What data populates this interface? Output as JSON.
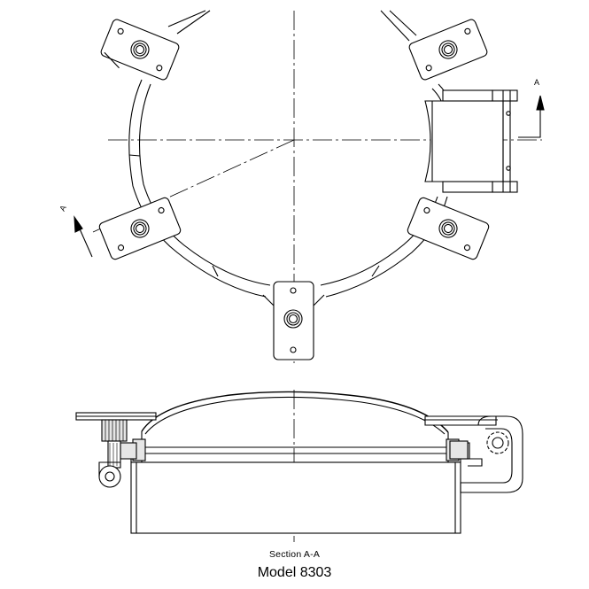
{
  "drawing": {
    "section_label": "Section A-A",
    "model_label": "Model 8303",
    "section_marker_right": "A",
    "section_marker_left": "A"
  },
  "colors": {
    "line": "#000000",
    "fill_light": "#e6e6e6",
    "background": "#ffffff"
  }
}
